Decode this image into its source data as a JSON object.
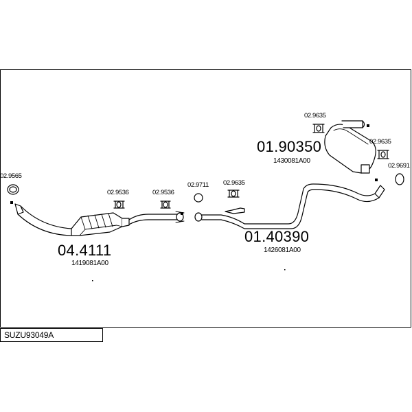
{
  "diagram": {
    "assembly_code": "SUZU93049A",
    "parts": [
      {
        "number": "04.4111",
        "oem": "1419081A00"
      },
      {
        "number": "01.40390",
        "oem": "1426081A00"
      },
      {
        "number": "01.90350",
        "oem": "1430081A00"
      }
    ],
    "fittings": [
      {
        "number": "02.9565"
      },
      {
        "number": "02.9536"
      },
      {
        "number": "02.9536"
      },
      {
        "number": "02.9711"
      },
      {
        "number": "02.9635"
      },
      {
        "number": "02.9635"
      },
      {
        "number": "02.9635"
      },
      {
        "number": "02.9691"
      }
    ]
  }
}
